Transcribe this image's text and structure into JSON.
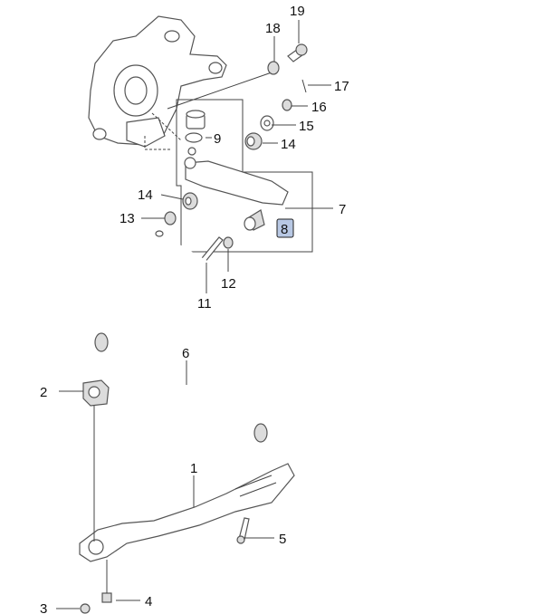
{
  "labels": {
    "p1": "1",
    "p2": "2",
    "p3": "3",
    "p4": "4",
    "p5": "5",
    "p6": "6",
    "p7": "7",
    "p8": "8",
    "p9": "9",
    "p11": "11",
    "p12": "12",
    "p13": "13",
    "p14a": "14",
    "p14b": "14",
    "p15": "15",
    "p16": "16",
    "p17": "17",
    "p18": "18",
    "p19": "19"
  },
  "colors": {
    "highlight": "#b8c8e4",
    "line": "#444444"
  }
}
